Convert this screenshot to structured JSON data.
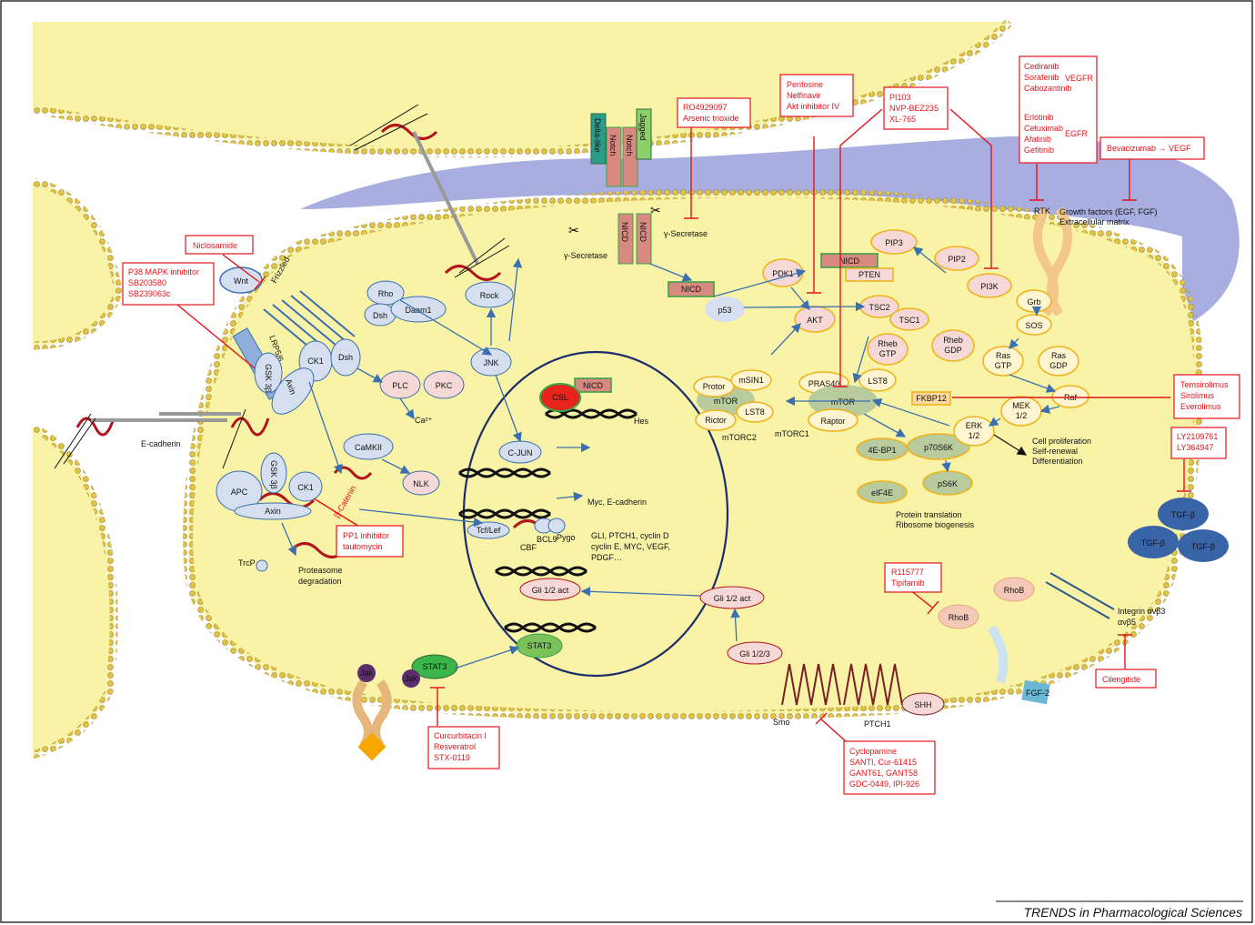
{
  "footer": {
    "journal": "TRENDS in Pharmacological Sciences"
  },
  "nodes": {
    "delta_like": "Delta-like",
    "notch": "Notch",
    "jagged": "Jagged",
    "nicd": "NICD",
    "gamma_secretase": "γ-Secretase",
    "wnt": "Wnt",
    "frizzled": "Frizzled",
    "lrp": "LRP5/6",
    "gsk3b": "GSK 3β",
    "ck1": "CK1",
    "axin": "Axin",
    "dsh": "Dsh",
    "rho": "Rho",
    "daam1": "Daam1",
    "rock": "Rock",
    "jnk": "JNK",
    "plc": "PLC",
    "pkc": "PKC",
    "ca": "Ca²⁺",
    "camkii": "CaMKII",
    "nlk": "NLK",
    "apc": "APC",
    "beta_catenin": "β-Catenin",
    "trcp": "TrcP",
    "proteasome": "Proteasome degradation",
    "ecadherin": "E-cadherin",
    "csl": "CSL",
    "hes": "Hes",
    "cjun": "C-JUN",
    "tcf": "Tcf/Lef",
    "bcl9": "BCL9",
    "pygo": "Pygo",
    "cbf": "CBF",
    "myc": "Myc, E-cadherin",
    "gli_targets_1": "GLI, PTCH1, cyclin D",
    "gli_targets_2": "cyclin E, MYC, VEGF,",
    "gli_targets_3": "PDGF…",
    "gli12_act": "Gli 1/2 act",
    "gli123": "Gli 1/2/3",
    "stat3": "STAT3",
    "jak": "Jak",
    "smo": "Smo",
    "ptch1": "PTCH1",
    "shh": "SHH",
    "p53": "p53",
    "pdk1": "PDK1",
    "akt": "AKT",
    "pip3": "PIP3",
    "pip2": "PIP2",
    "pten": "PTEN",
    "pi3k": "PI3K",
    "tsc2": "TSC2",
    "tsc1": "TSC1",
    "rheb_gtp_1": "Rheb",
    "rheb_gtp_2": "GTP",
    "rheb_gdp_1": "Rheb",
    "rheb_gdp_2": "GDP",
    "pras40": "PRAS40",
    "lst8": "LST8",
    "mtor": "mTOR",
    "raptor": "Raptor",
    "fkbp12": "FKBP12",
    "protor": "Protor",
    "msin1": "mSIN1",
    "rictor": "Rictor",
    "mtorc1": "mTORC1",
    "mtorc2": "mTORC2",
    "ebp1": "4E-BP1",
    "p70s6k": "p70S6K",
    "ps6k": "pS6K",
    "eif4e": "eIF4E",
    "protein_translation_1": "Protein translation",
    "protein_translation_2": "Ribosome biogenesis",
    "rtk": "RTK",
    "growth_factors_1": "Growth factors (EGF, FGF)",
    "growth_factors_2": "Extracellular matrix",
    "grb": "Grb",
    "sos": "SOS",
    "ras_gtp_1": "Ras",
    "ras_gtp_2": "GTP",
    "ras_gdp_1": "Ras",
    "ras_gdp_2": "GDP",
    "raf": "Raf",
    "mek_1": "MEK",
    "mek_2": "1/2",
    "erk_1": "ERK",
    "erk_2": "1/2",
    "cell_prolif_1": "Cell proliferation",
    "cell_prolif_2": "Self-renewal",
    "cell_prolif_3": "Differentiation",
    "tgfb": "TGF-β",
    "rhob": "RhoB",
    "integrin_1": "Integrin αvβ3",
    "integrin_2": "αvβ5",
    "fgf2": "FGF-2"
  },
  "inhibitors": {
    "ro4929097": "RO4929097",
    "arsenic": "Arsenic trioxide",
    "perifosine": "Perifosine",
    "nelfinavir": "Nelfinavir",
    "akt_inhibitor": "Akt inhibitor IV",
    "pi103": "PI103",
    "nvp": "NVP-BEZ235",
    "xl765": "XL-765",
    "cediranib": "Cediranib",
    "sorafenib": "Sorafenib",
    "cabozantinib": "Cabozantinib",
    "vegfr": "VEGFR",
    "erlotinib": "Erlotinib",
    "cetuximab": "Cetuximab",
    "afatinib": "Afatinib",
    "gefitinib": "Gefitinib",
    "egfr": "EGFR",
    "bevacizumab": "Bevacizumab → VEGF",
    "niclosamide": "Niclosamide",
    "p38": "P38 MAPK inhibitor",
    "sb1": "SB203580",
    "sb2": "SB239063c",
    "pp1": "PP1 inhibitor",
    "tautomycin": "tautomycin",
    "temsirolimus": "Temsirolimus",
    "sirolimus": "Sirolimus",
    "everolimus": "Everolimus",
    "ly1": "LY2109761",
    "ly2": "LY364947",
    "r115777": "R115777",
    "tipifarnib": "Tipifarnib",
    "cilengitide": "Cilengitide",
    "curcurbitacin": "Curcurbitacin I",
    "resveratrol": "Resveratrol",
    "stx": "STX-0119",
    "cyclopamine": "Cyclopamine",
    "santi": "SANTI, Cur-61415",
    "gant": "GANT61, GANT58",
    "gdc": "GDC-0449, IPI-926"
  },
  "colors": {
    "cell": "#f8f3a6",
    "membrane_head": "#e7c84a",
    "extracellular": "#a9aee0",
    "nucleus_border": "#1b2d6b",
    "inhibitor_red": "#e3141b",
    "arrow_blue": "#3a6fb0",
    "node_blue": "#d5dff0",
    "node_pink": "#f6d9d6",
    "node_green_border": "#3aa24a",
    "node_orange_border": "#f0b31b",
    "tgfb_fill": "#3a64a8"
  }
}
